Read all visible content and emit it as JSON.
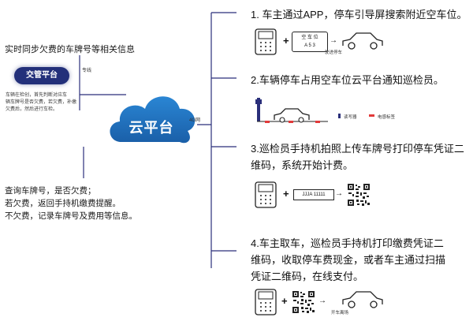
{
  "left": {
    "top_note": "实时同步欠费的车牌号等相关信息",
    "jgpt": {
      "label": "交管平台",
      "link_label": "专线",
      "desc": [
        "车辆在检创，首先判断对应车",
        "辆车牌号是否欠费，若欠费，补缴",
        "欠费后，然后进行车检。"
      ]
    },
    "cloud": {
      "label": "云平台",
      "net_label": "4G网"
    },
    "bottom_note": [
      "查询车牌号，是否欠费；",
      "若欠费，返回手持机缴费提醒。",
      "不欠费，记录车牌号及费用等信息。"
    ]
  },
  "steps": [
    {
      "title": [
        "1. 车主通过APP，停车引导屏搜索附近空车位。"
      ],
      "screen": {
        "l1": "空 车 位",
        "l2": "A 5   3"
      },
      "caption": "驶进停车"
    },
    {
      "title": [
        "2.车辆停车占用空车位云平台通知巡检员。"
      ],
      "legend": [
        "读写器",
        "电感标签"
      ]
    },
    {
      "title": [
        "3.巡检员手持机拍照上传车牌号打印停车凭证二",
        "维码，系统开始计费。"
      ],
      "plate": "JJJA 11111"
    },
    {
      "title": [
        "4.车主取车，巡检员手持机打印缴费凭证二",
        "维码，收取停车费现金，或者车主通过扫描",
        "凭证二维码，在线支付。"
      ],
      "caption": "开车离场"
    }
  ],
  "colors": {
    "line": "#2a2f7a",
    "cloud": "#1f6fb8",
    "pill": "#23307a",
    "red": "#e23a3a"
  }
}
